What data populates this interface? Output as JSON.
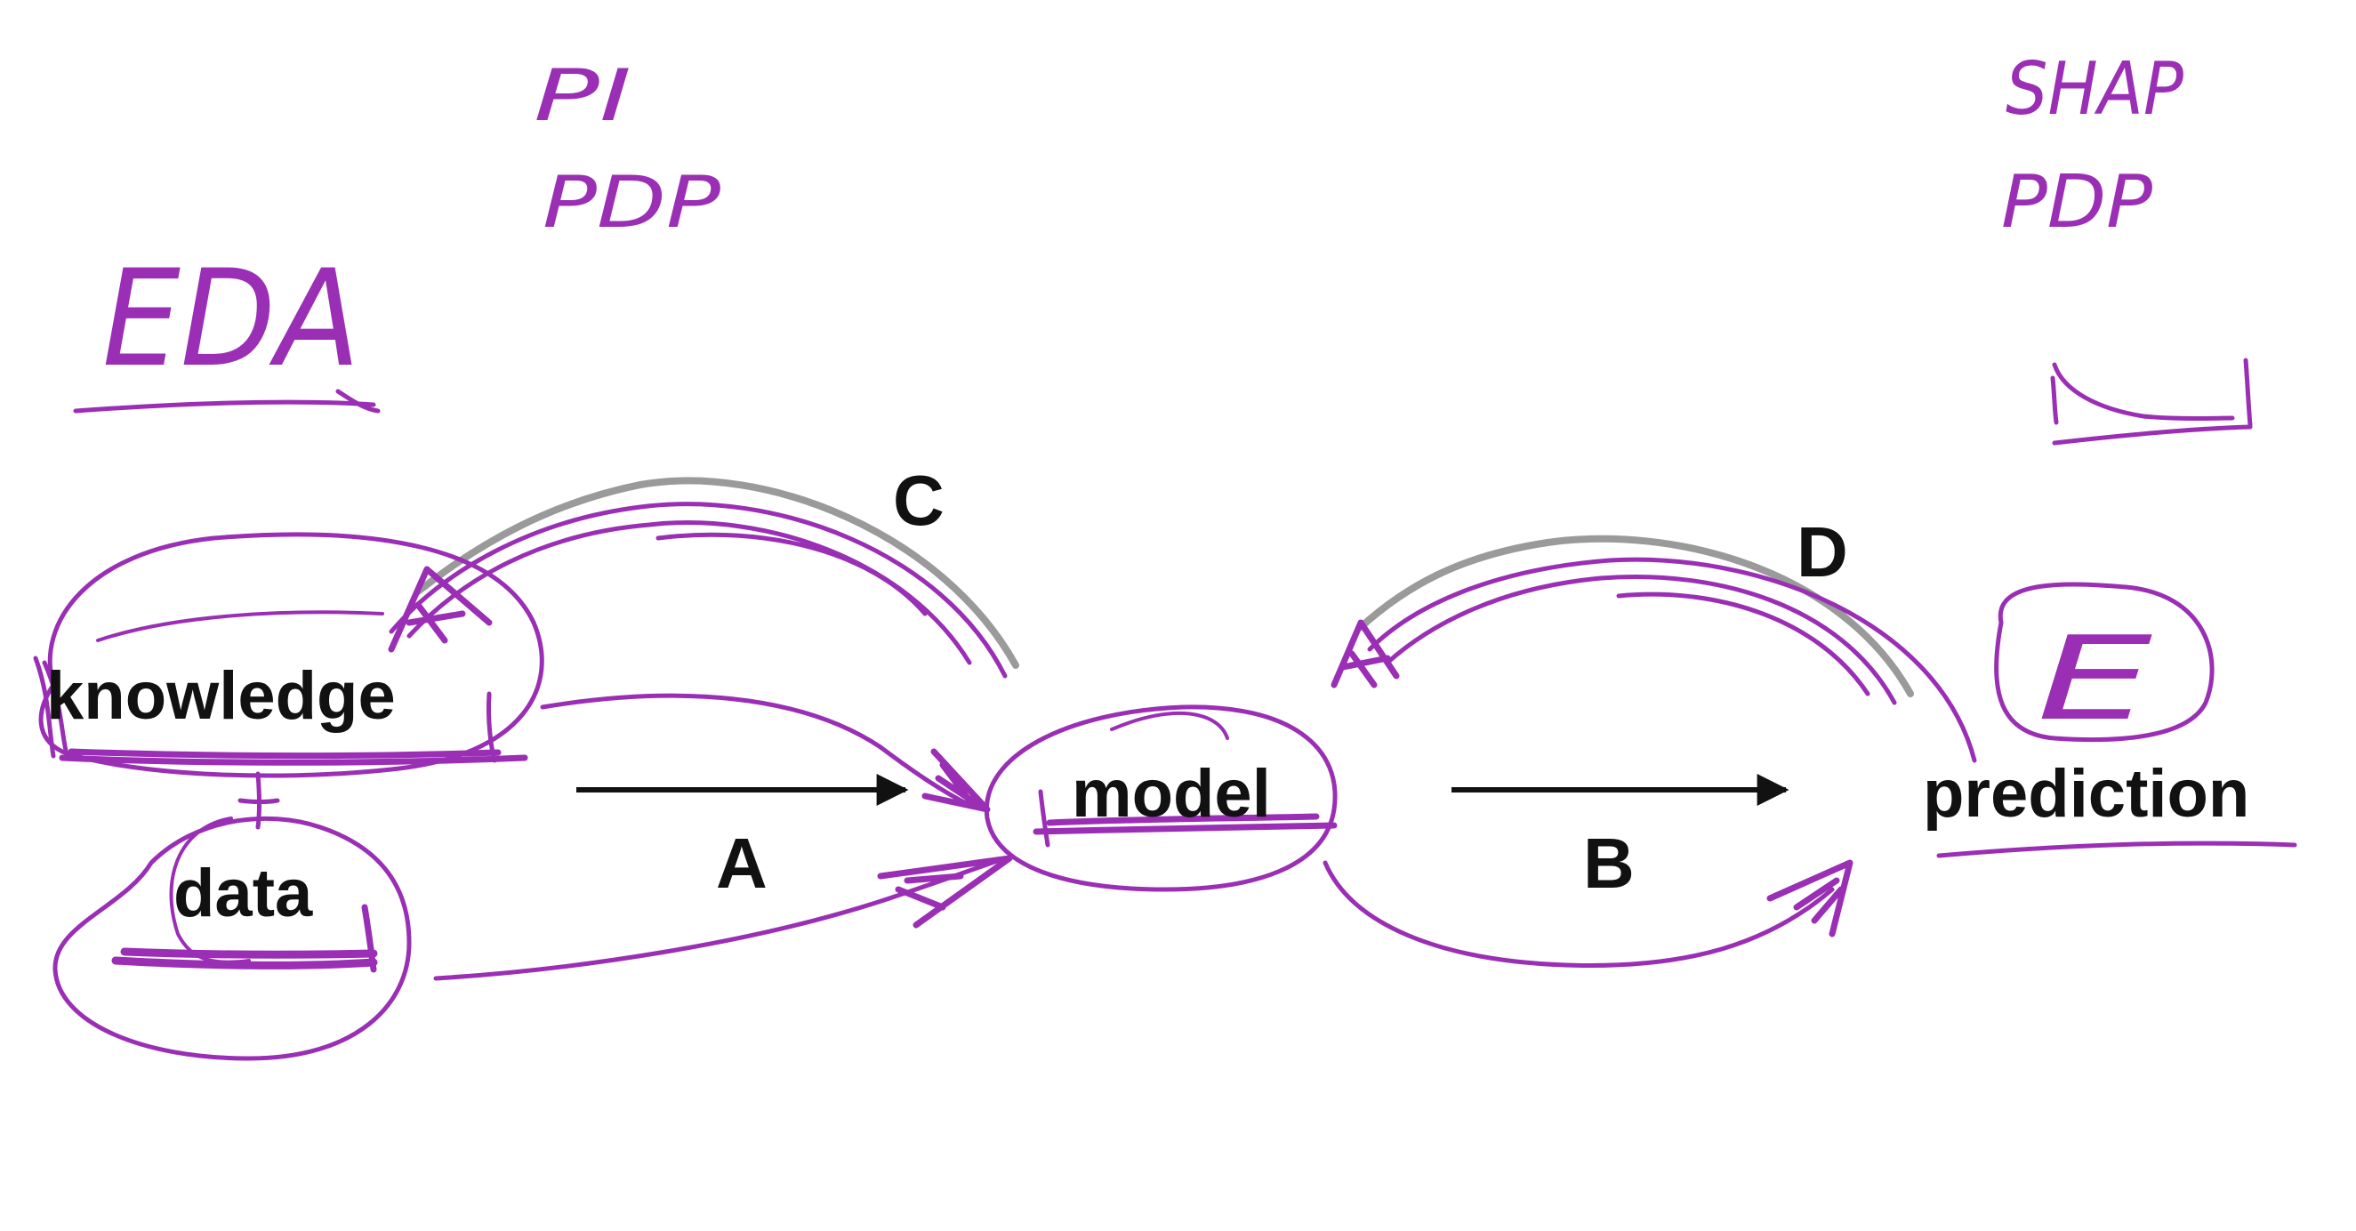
{
  "colors": {
    "ink": "#9a2fb5",
    "text": "#111111",
    "arrow": "#111111",
    "shadow": "#9a9a9a",
    "background": "#ffffff"
  },
  "nodes": {
    "knowledge": "knowledge",
    "data": "data",
    "model": "model",
    "prediction": "prediction"
  },
  "edges": {
    "a": "A",
    "b": "B",
    "c": "C",
    "d": "D"
  },
  "annotations": {
    "eda": "EDA",
    "pi": "PI",
    "pdp_left": "PDP",
    "shap": "SHAP",
    "pdp_right": "PDP",
    "e": "E"
  }
}
